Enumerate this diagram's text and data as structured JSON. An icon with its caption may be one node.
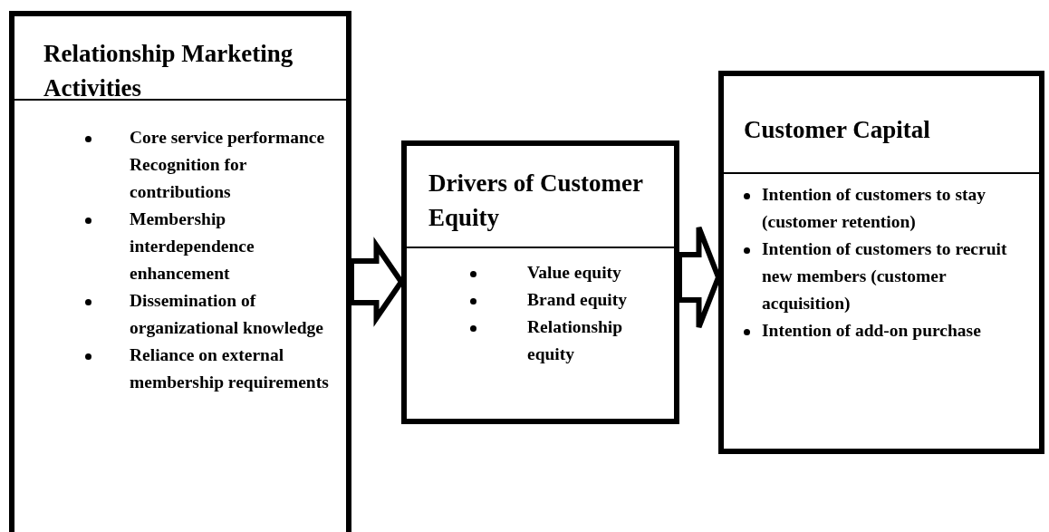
{
  "diagram": {
    "nodes": [
      {
        "text": [
          "Relationship Marketing Activities",
          "Core service performance Recognition for contributions",
          "Membership interdependence enhancement",
          "Dissemination of organizational knowledge",
          "Reliance on external membership requirements"
        ]
      },
      {
        "text": [
          "Drivers of Customer Equity",
          "Value equity",
          "Brand equity",
          "Relationship equity"
        ]
      },
      {
        "text": [
          "Customer Capital",
          "Intention of customers to stay (customer retention)",
          "Intention of customers to recruit new members (customer acquisition)",
          "Intention of add-on purchase"
        ]
      }
    ],
    "edges": [
      {
        "from": 0,
        "to": 1,
        "arrow": "to"
      },
      {
        "from": 1,
        "to": 2,
        "arrow": "to"
      }
    ]
  }
}
